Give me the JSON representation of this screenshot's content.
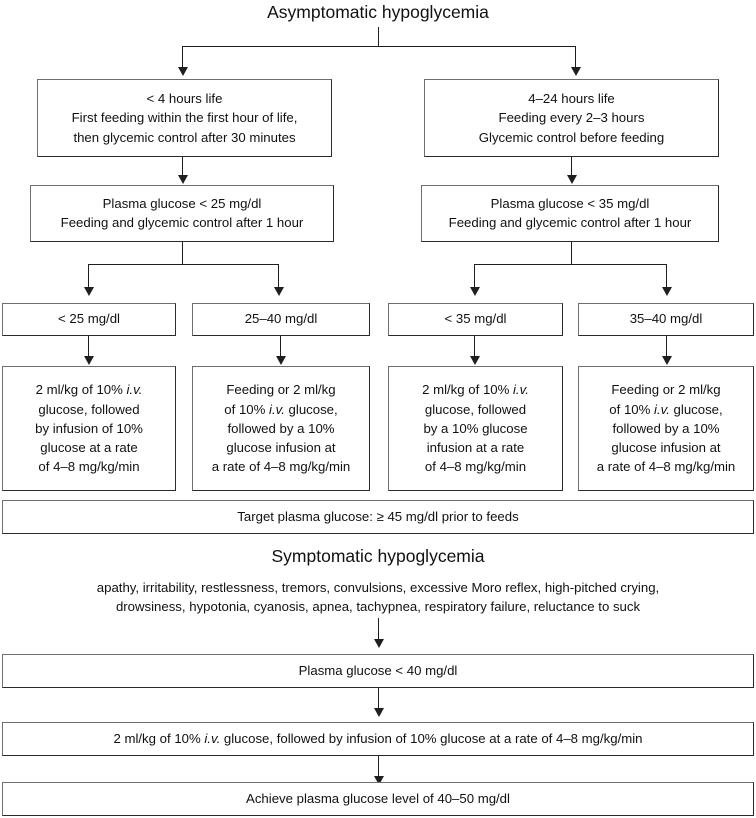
{
  "diagram": {
    "title_top": "Asymptomatic hypoglycemia",
    "title_bottom": "Symptomatic hypoglycemia",
    "symptoms_line1": "apathy, irritability, restlessness, tremors, convulsions, excessive Moro reflex, high-pitched crying,",
    "symptoms_line2": "drowsiness, hypotonia, cyanosis, apnea, tachypnea, respiratory failure, reluctance to suck"
  },
  "age_branches": [
    {
      "line1": "< 4 hours life",
      "line2": "First feeding within the first hour of life,",
      "line3": "then glycemic control after 30 minutes"
    },
    {
      "line1": "4–24 hours life",
      "line2": "Feeding every 2–3 hours",
      "line3": "Glycemic control before feeding"
    }
  ],
  "glucose_checks": [
    {
      "line1": "Plasma glucose < 25 mg/dl",
      "line2": "Feeding and glycemic control after 1 hour"
    },
    {
      "line1": "Plasma glucose < 35 mg/dl",
      "line2": "Feeding and glycemic control after 1 hour"
    }
  ],
  "glucose_ranges": [
    {
      "label": "< 25 mg/dl"
    },
    {
      "label": "25–40 mg/dl"
    },
    {
      "label": "< 35 mg/dl"
    },
    {
      "label": "35–40 mg/dl"
    }
  ],
  "treatments": [
    {
      "lines": [
        {
          "pre": "2 ml/kg of 10% ",
          "em": "i.v.",
          "post": ""
        },
        {
          "pre": "glucose, followed",
          "em": "",
          "post": ""
        },
        {
          "pre": "by infusion of 10%",
          "em": "",
          "post": ""
        },
        {
          "pre": "glucose at a rate",
          "em": "",
          "post": ""
        },
        {
          "pre": "of 4–8 mg/kg/min",
          "em": "",
          "post": ""
        }
      ]
    },
    {
      "lines": [
        {
          "pre": "Feeding or 2 ml/kg",
          "em": "",
          "post": ""
        },
        {
          "pre": "of 10% ",
          "em": "i.v.",
          "post": " glucose,"
        },
        {
          "pre": "followed by a 10%",
          "em": "",
          "post": ""
        },
        {
          "pre": "glucose infusion at",
          "em": "",
          "post": ""
        },
        {
          "pre": "a rate of 4–8 mg/kg/min",
          "em": "",
          "post": ""
        }
      ]
    },
    {
      "lines": [
        {
          "pre": "2 ml/kg of 10% ",
          "em": "i.v.",
          "post": ""
        },
        {
          "pre": "glucose, followed",
          "em": "",
          "post": ""
        },
        {
          "pre": "by a 10% glucose",
          "em": "",
          "post": ""
        },
        {
          "pre": "infusion at a rate",
          "em": "",
          "post": ""
        },
        {
          "pre": "of 4–8 mg/kg/min",
          "em": "",
          "post": ""
        }
      ]
    },
    {
      "lines": [
        {
          "pre": "Feeding or 2 ml/kg",
          "em": "",
          "post": ""
        },
        {
          "pre": "of 10% ",
          "em": "i.v.",
          "post": " glucose,"
        },
        {
          "pre": "followed by a 10%",
          "em": "",
          "post": ""
        },
        {
          "pre": "glucose infusion at",
          "em": "",
          "post": ""
        },
        {
          "pre": "a rate of 4–8 mg/kg/min",
          "em": "",
          "post": ""
        }
      ]
    }
  ],
  "target_band": {
    "label": "Target plasma glucose:  ≥ 45 mg/dl prior to feeds"
  },
  "symptomatic_steps": {
    "plasma_check": "Plasma glucose < 40 mg/dl",
    "treatment_pre": "2 ml/kg of 10% ",
    "treatment_em": "i.v.",
    "treatment_post": " glucose, followed by infusion of 10% glucose at a rate of 4–8 mg/kg/min",
    "achieve": "Achieve plasma glucose level of 40–50 mg/dl"
  },
  "colors": {
    "line": "#1f1f1f",
    "box_border": "#2b2b2b",
    "box_highlight": "#6e6e6e",
    "text": "#111111",
    "background": "#ffffff"
  }
}
